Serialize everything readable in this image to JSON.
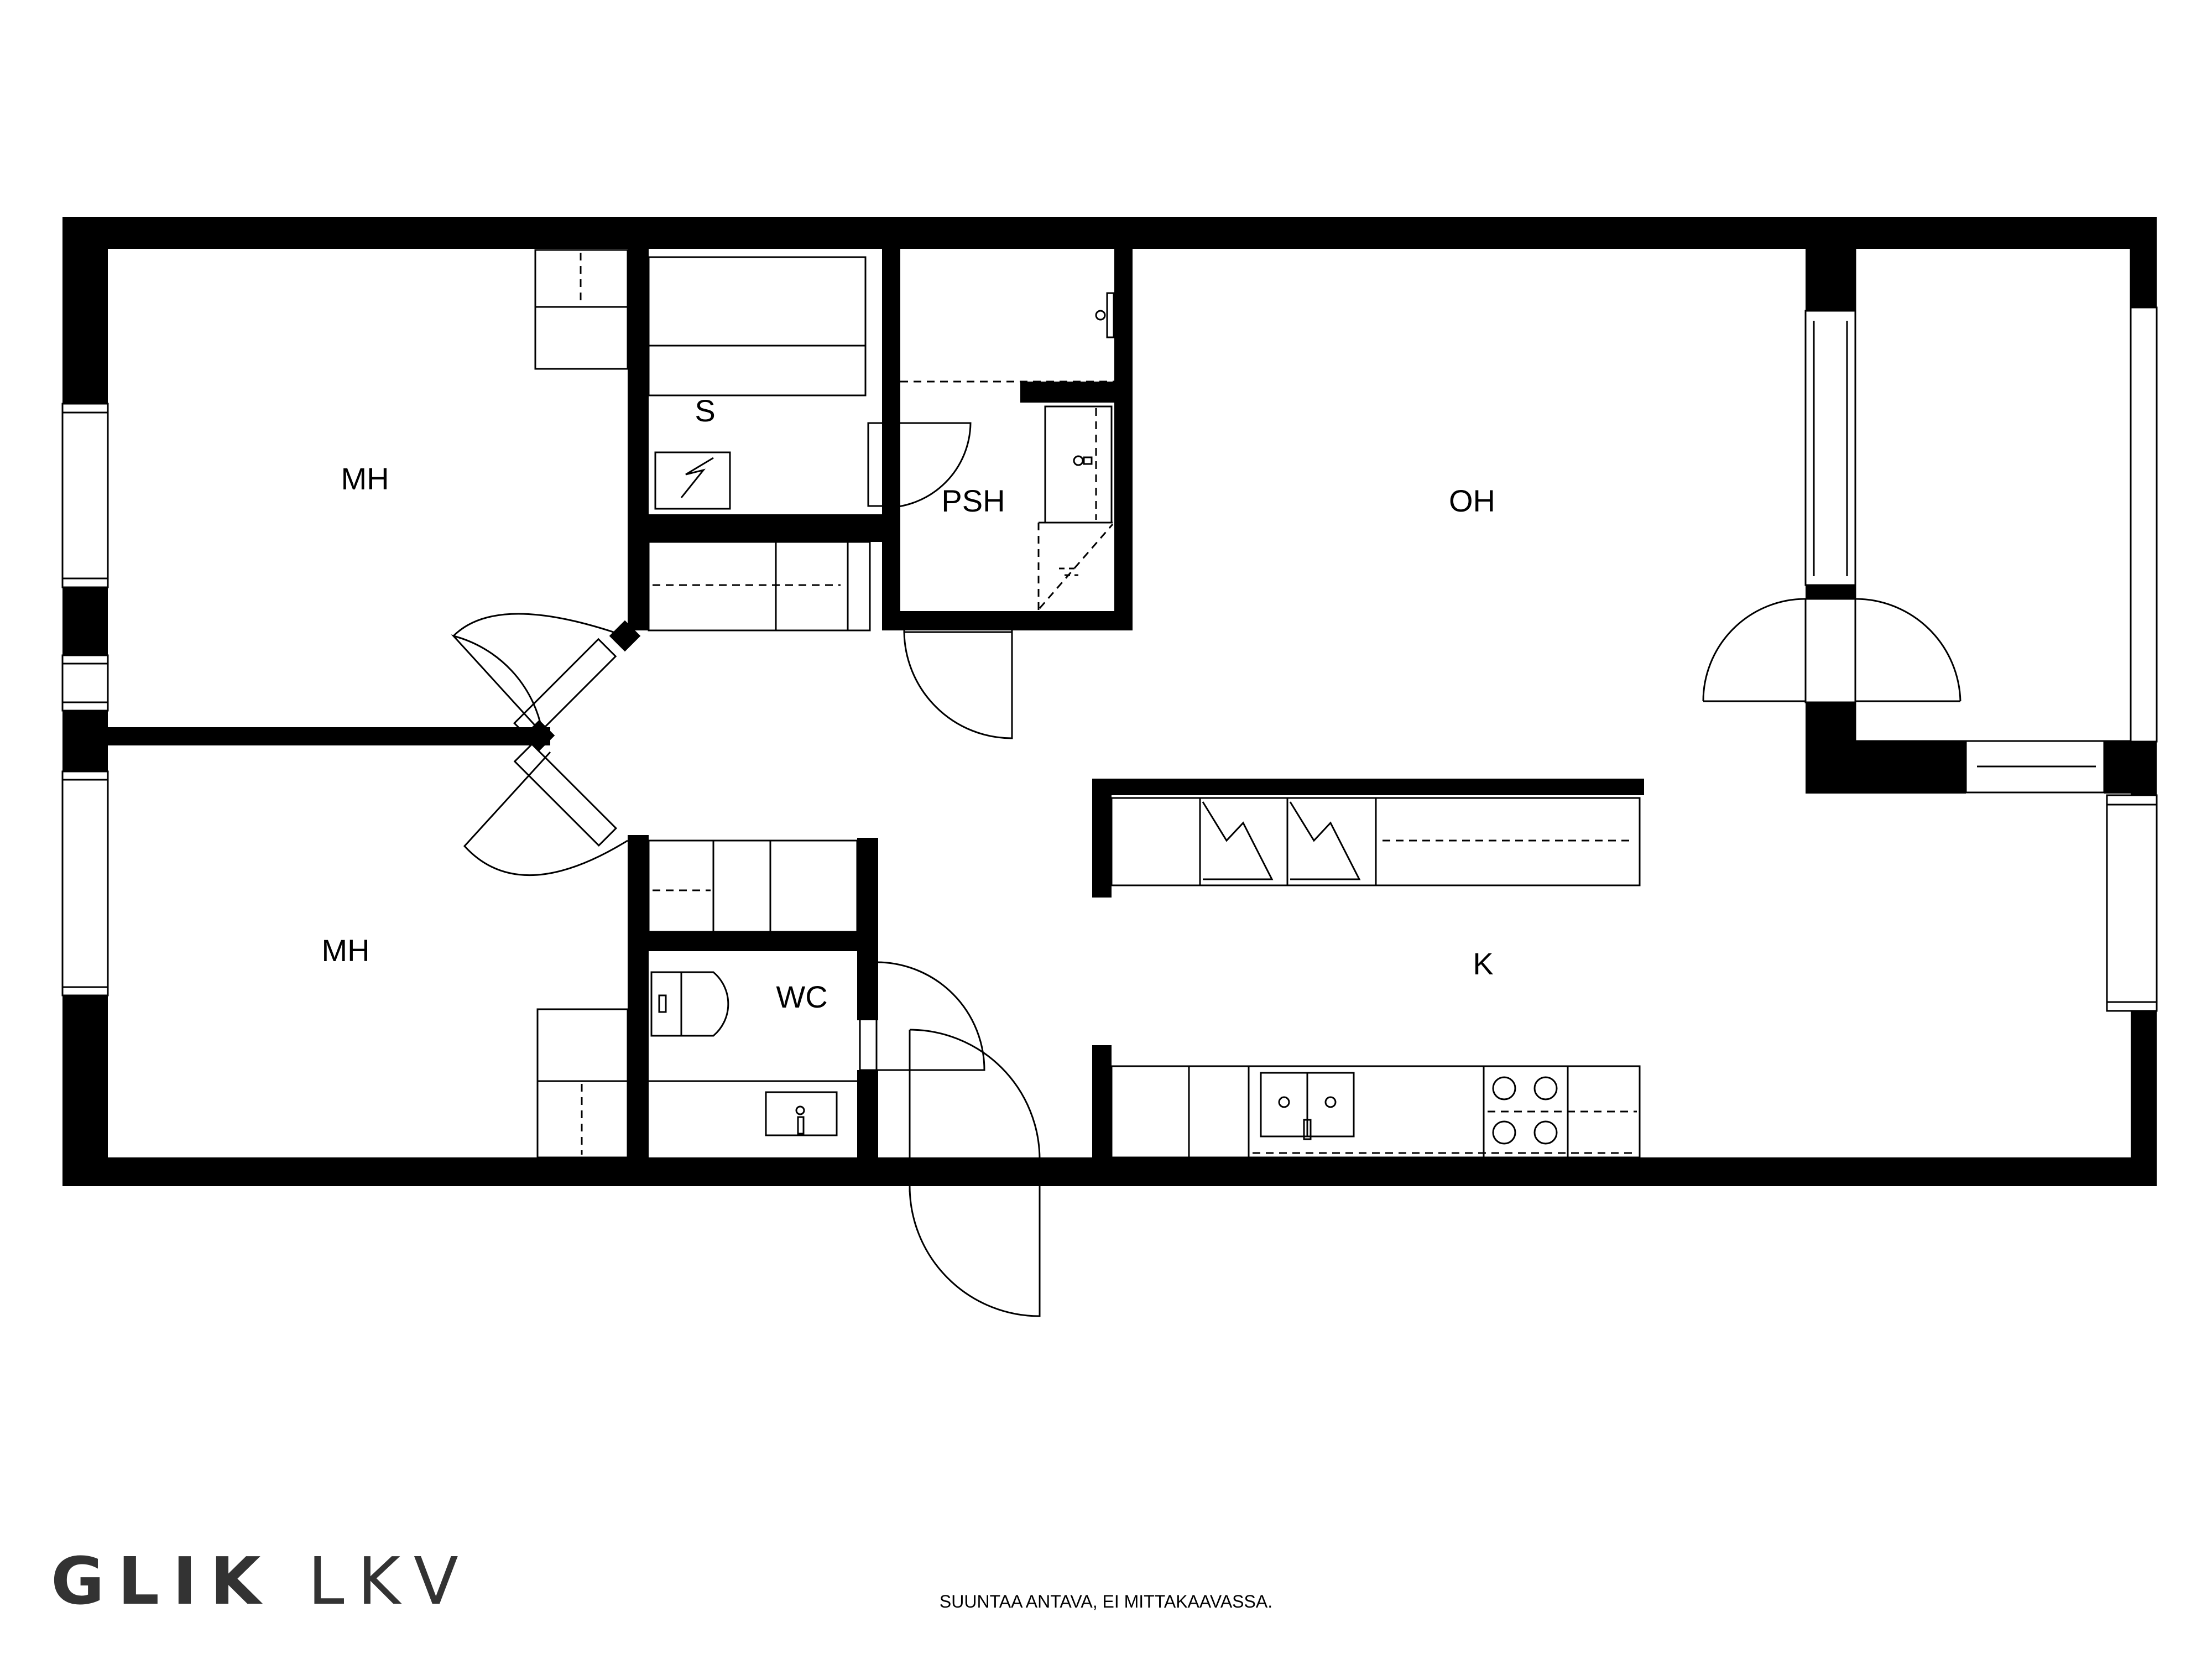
{
  "rooms": {
    "mh_upper": "MH",
    "mh_lower": "MH",
    "sauna": "S",
    "shower": "PSH",
    "living": "OH",
    "kitchen": "K",
    "wc": "WC"
  },
  "brand": {
    "bold": "GLIK",
    "light": "LKV"
  },
  "disclaimer": "SUUNTAA ANTAVA, EI MITTAKAAVASSA.",
  "colors": {
    "wall": "#000000",
    "background": "#ffffff",
    "brand": "#333333"
  }
}
